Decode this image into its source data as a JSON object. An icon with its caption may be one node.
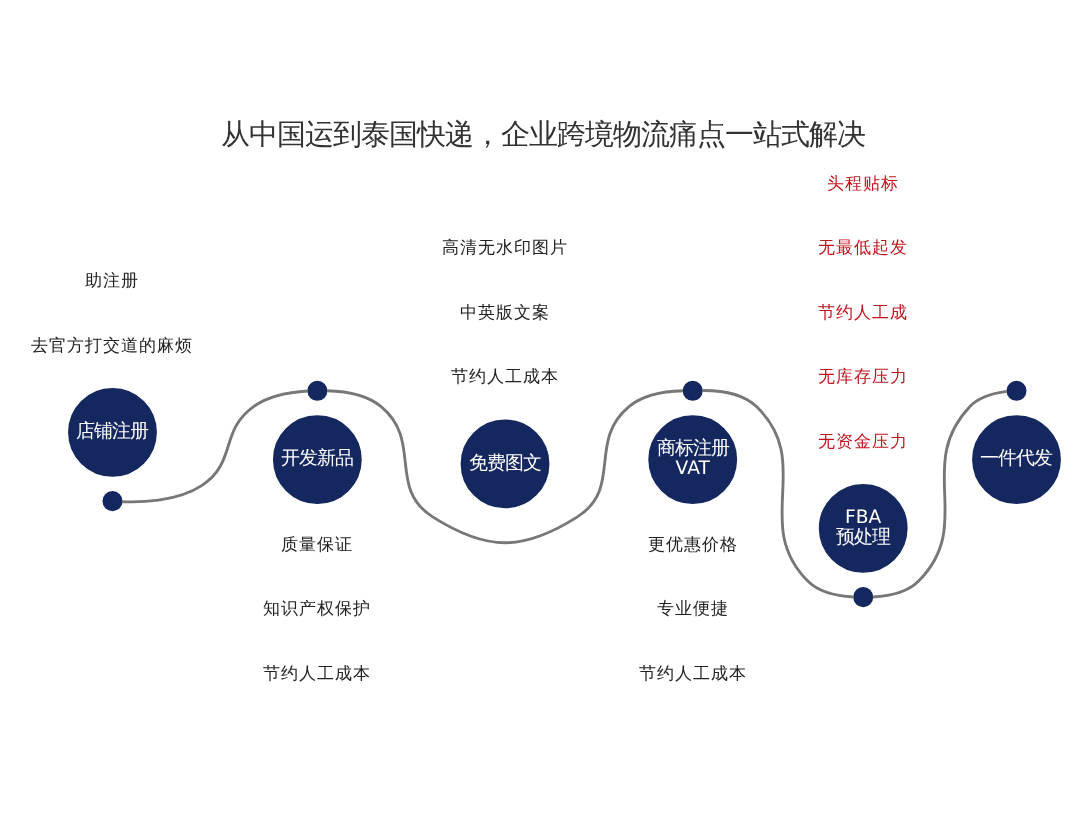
{
  "diagram": {
    "title": "从中国运到泰国快递，企业跨境物流痛点一站式解决",
    "nodes": [
      {
        "text": [
          "免费图文"
        ]
      },
      {
        "text": [
          "FBA 预处理"
        ]
      },
      {
        "text": [
          "店铺注册"
        ]
      },
      {
        "text": [
          "开发新品"
        ]
      },
      {
        "text": [
          "商标注册 VAT"
        ]
      },
      {
        "text": [
          "一件代发"
        ]
      },
      {
        "text": [],
        "shape": "circle"
      },
      {
        "text": [],
        "shape": "circle"
      },
      {
        "text": [],
        "shape": "circle"
      },
      {
        "text": [],
        "shape": "circle"
      },
      {
        "text": [],
        "shape": "circle"
      }
    ],
    "edges": [
      {
        "from": 6,
        "to": 7,
        "arrow": "none"
      },
      {
        "from": 7,
        "to": 8,
        "arrow": "none"
      },
      {
        "from": 8,
        "to": 9,
        "arrow": "none"
      },
      {
        "from": 9,
        "to": 10,
        "arrow": "none"
      }
    ],
    "labels": [
      "高清无水印图片",
      "中英版文案",
      "节约人工成本",
      "头程贴标",
      "无最低起发",
      "节约人工成",
      "无库存压力",
      "无资金压力",
      "助注册",
      "去官方打交道的麻烦",
      "更优惠价格",
      "专业便捷",
      "节约人工成本",
      "质量保证",
      "知识产权保护",
      "节约人工成本"
    ]
  }
}
